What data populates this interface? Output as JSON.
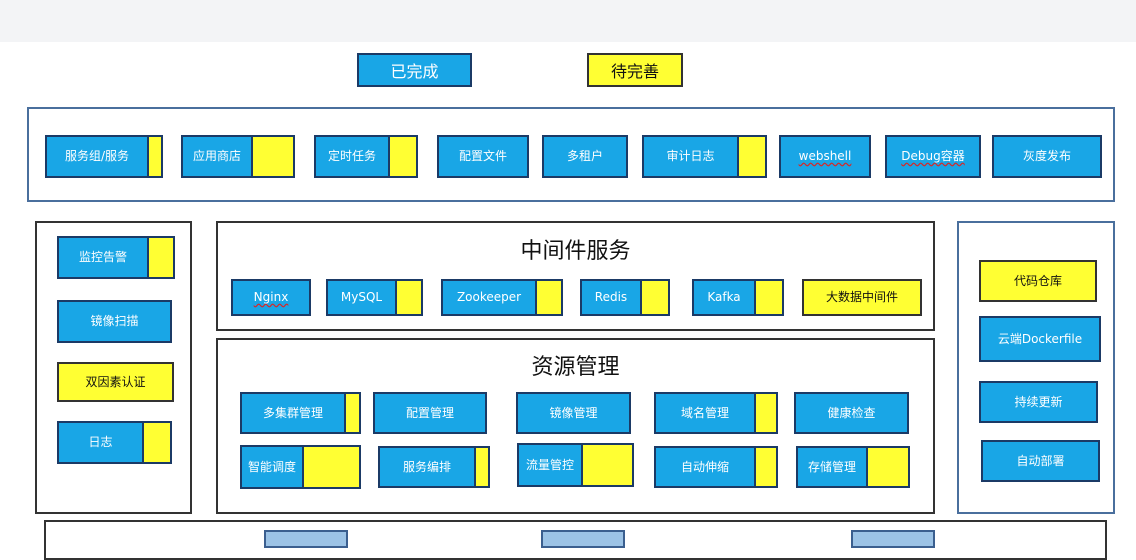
{
  "legend": {
    "done": "已完成",
    "todo": "待完善"
  },
  "top_row": [
    {
      "label": "服务组/服务"
    },
    {
      "label": "应用商店"
    },
    {
      "label": "定时任务"
    },
    {
      "label": "配置文件"
    },
    {
      "label": "多租户"
    },
    {
      "label": "审计日志"
    },
    {
      "label": "webshell"
    },
    {
      "label": "Debug容器"
    },
    {
      "label": "灰度发布"
    }
  ],
  "left_col": [
    {
      "label": "监控告警"
    },
    {
      "label": "镜像扫描"
    },
    {
      "label": "双因素认证"
    },
    {
      "label": "日志"
    }
  ],
  "middleware": {
    "title": "中间件服务",
    "items": [
      {
        "label": "Nginx"
      },
      {
        "label": "MySQL"
      },
      {
        "label": "Zookeeper"
      },
      {
        "label": "Redis"
      },
      {
        "label": "Kafka"
      },
      {
        "label": "大数据中间件"
      }
    ]
  },
  "resources": {
    "title": "资源管理",
    "row1": [
      {
        "label": "多集群管理"
      },
      {
        "label": "配置管理"
      },
      {
        "label": "镜像管理"
      },
      {
        "label": "域名管理"
      },
      {
        "label": "健康检查"
      }
    ],
    "row2": [
      {
        "label": "智能调度"
      },
      {
        "label": "服务编排"
      },
      {
        "label": "流量管控"
      },
      {
        "label": "自动伸缩"
      },
      {
        "label": "存储管理"
      }
    ]
  },
  "right_col": [
    {
      "label": "代码仓库"
    },
    {
      "label": "云端Dockerfile"
    },
    {
      "label": "持续更新"
    },
    {
      "label": "自动部署"
    }
  ],
  "colors": {
    "done": "#19a6e6",
    "todo": "#ffff33",
    "border": "#1b3a66"
  }
}
